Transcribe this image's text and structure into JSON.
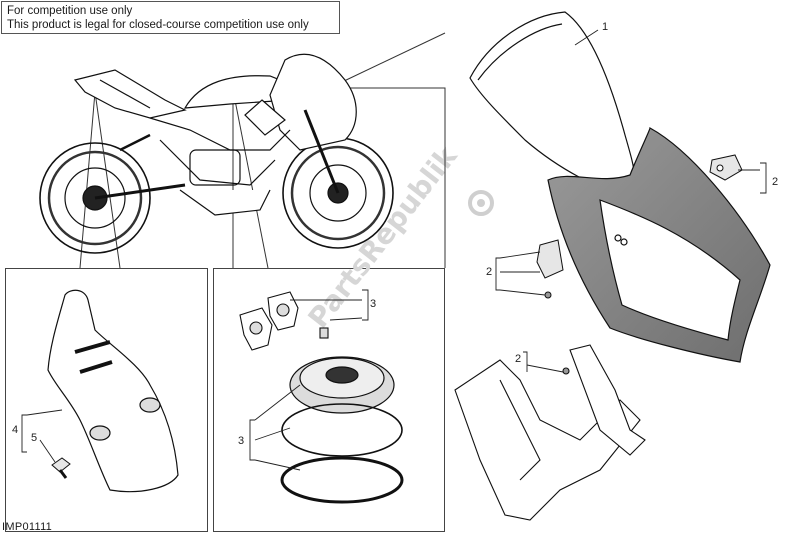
{
  "notice": {
    "line1": "For competition use only",
    "line2": "This product is legal for closed-course competition use only"
  },
  "diagram_code": "IMP01111",
  "watermark": "PartsRepublik",
  "callouts": {
    "windscreen": "1",
    "mirror_plate_right": "2",
    "mirror_plate_left": "2",
    "bracket_screw": "2",
    "plug_caps": "3",
    "fuel_cap": "3",
    "cover": "4",
    "cover_screw": "5"
  }
}
